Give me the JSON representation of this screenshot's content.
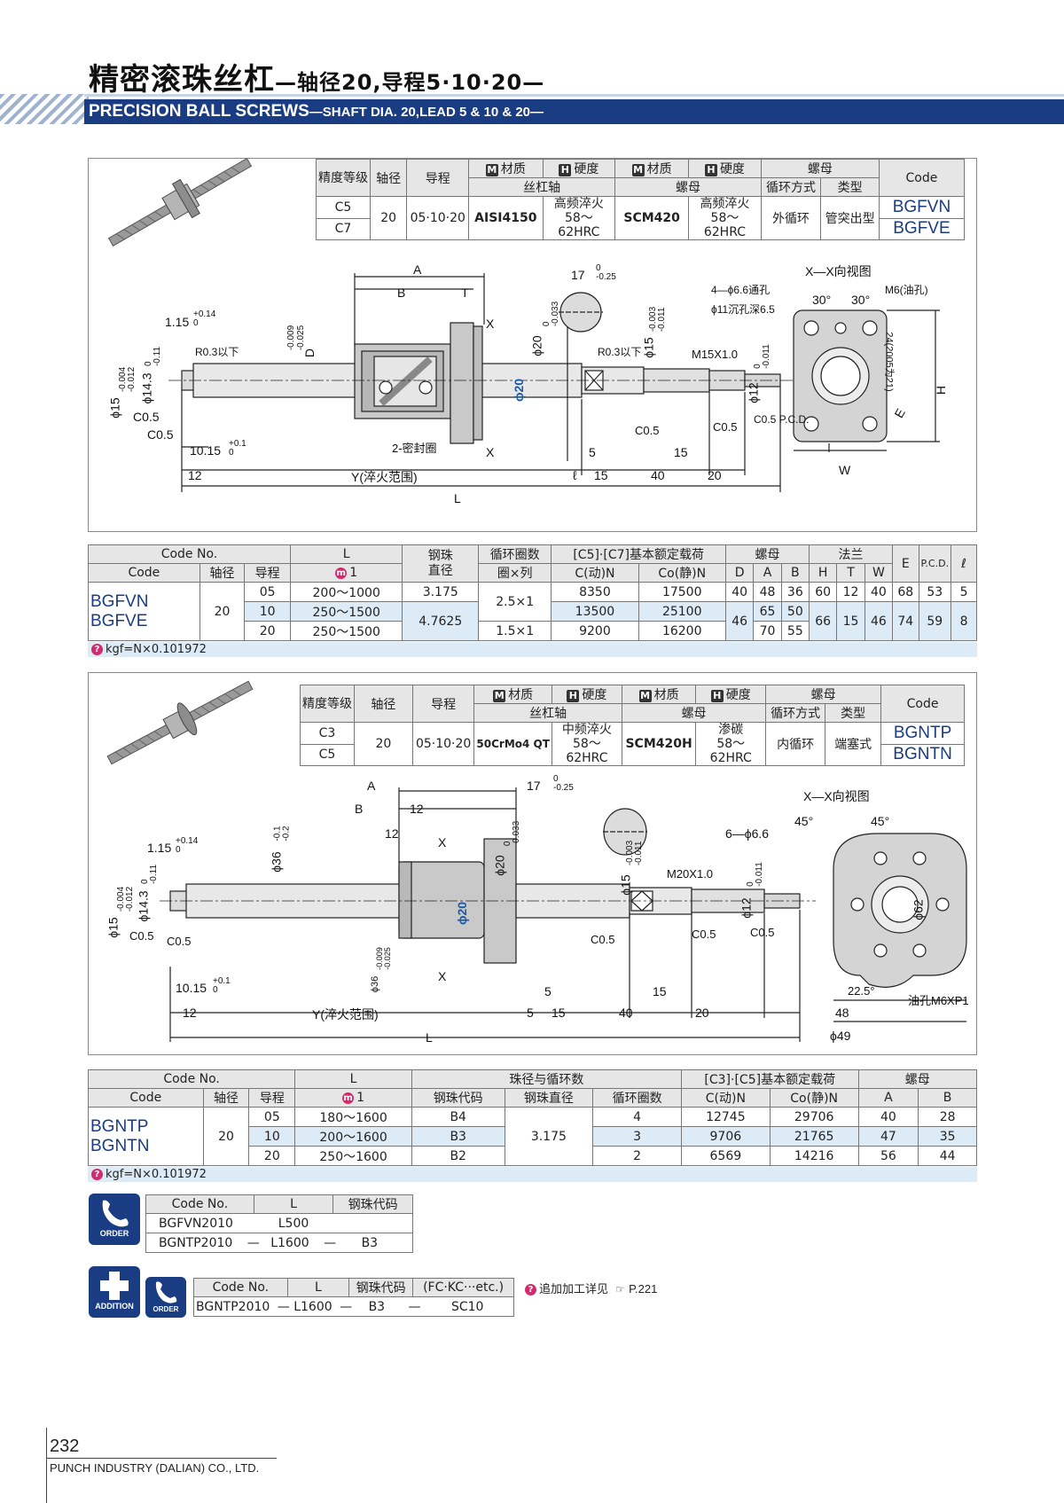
{
  "header": {
    "title_cn": "精密滚珠丝杠",
    "title_cn_sub": "—轴径20,导程5·10·20—",
    "title_en": "PRECISION BALL SCREWS",
    "title_en_sub": "—SHAFT DIA. 20,LEAD 5 & 10 & 20—"
  },
  "spec1": {
    "h_grade": "精度等级",
    "h_shaft": "轴径",
    "h_lead": "导程",
    "h_m": "M",
    "h_material": "材质",
    "h_h": "H",
    "h_hardness": "硬度",
    "h_screw": "丝杠轴",
    "h_nut": "螺母",
    "h_circ": "循环方式",
    "h_type": "类型",
    "h_code": "Code",
    "grades": [
      "C5",
      "C7"
    ],
    "shaft": "20",
    "lead": "05·10·20",
    "screw_mat": "AISI4150",
    "screw_hard": "高频淬火\n58～62HRC",
    "nut_mat": "SCM420",
    "nut_hard": "高频淬火\n58～62HRC",
    "circ": "外循环",
    "type": "管突出型",
    "codes": [
      "BGFVN",
      "BGFVE"
    ]
  },
  "drawing1": {
    "A": "A",
    "B": "B",
    "T": "T",
    "X": "X",
    "D": "D",
    "d1": "1.15",
    "d1_tol": "+0.14\n0",
    "r03": "R0.3以下",
    "phi15": "ϕ15",
    "phi15_tol": "-0.004\n-0.012",
    "phi143": "ϕ14.3",
    "phi143_tol": "0\n-0.11",
    "c05": "C0.5",
    "d_tol": "-0.009\n-0.025",
    "seal": "2-密封圈",
    "phi20": "ϕ20",
    "d17": "17",
    "d17_tol": "0\n-0.25",
    "phi20b": "ϕ20",
    "phi20b_tol": "0\n-0.033",
    "phi15b": "ϕ15",
    "phi15b_tol": "-0.003\n-0.011",
    "m15": "M15X1.0",
    "phi12": "ϕ12",
    "phi12_tol": "0\n-0.011",
    "d1015": "10.15",
    "d1015_tol": "+0.1\n0",
    "d12": "12",
    "y": "Y(淬火范围)",
    "l": "ℓ",
    "d15": "15",
    "d40": "40",
    "d20": "20",
    "d5": "5",
    "d15b": "15",
    "L": "L",
    "view": "X—X向视图",
    "holes": "4—ϕ6.6通孔",
    "holes2": "ϕ11沉孔深6.5",
    "ang30a": "30°",
    "ang30b": "30°",
    "oil": "M6(油孔)",
    "pcd": "C0.5 P.C.D.",
    "dim24": "24(2005为21)",
    "H": "H",
    "W": "W",
    "E": "E"
  },
  "table1": {
    "h_codeno": "Code No.",
    "h_code": "Code",
    "h_shaft": "轴径",
    "h_lead": "导程",
    "h_L": "L",
    "h_L_sub": "1",
    "h_ball": "钢珠\n直径",
    "h_circ": "循环圈数",
    "h_circ_sub": "圈×列",
    "h_load": "[C5]·[C7]基本额定载荷",
    "h_C": "C(动)N",
    "h_Co": "Co(静)N",
    "h_nut": "螺母",
    "h_D": "D",
    "h_A": "A",
    "h_B": "B",
    "h_flange": "法兰",
    "h_H": "H",
    "h_T": "T",
    "h_W": "W",
    "h_E": "E",
    "h_pcd": "P.C.D.",
    "h_l": "ℓ",
    "codes": [
      "BGFVN",
      "BGFVE"
    ],
    "shaft": "20",
    "rows": [
      {
        "lead": "05",
        "L": "200～1000",
        "ball": "3.175",
        "circ": "2.5×1",
        "C": "8350",
        "Co": "17500",
        "D": "40",
        "A": "48",
        "B": "36",
        "H": "60",
        "T": "12",
        "W": "40",
        "E": "68",
        "pcd": "53",
        "l": "5"
      },
      {
        "lead": "10",
        "L": "250～1500",
        "ball": "4.7625",
        "circ": "",
        "C": "13500",
        "Co": "25100",
        "D": "46",
        "A": "65",
        "B": "50",
        "H": "66",
        "T": "15",
        "W": "46",
        "E": "74",
        "pcd": "59",
        "l": "8"
      },
      {
        "lead": "20",
        "L": "250～1500",
        "ball": "",
        "circ": "1.5×1",
        "C": "9200",
        "Co": "16200",
        "D": "",
        "A": "70",
        "B": "55",
        "H": "",
        "T": "",
        "W": "",
        "E": "",
        "pcd": "",
        "l": ""
      }
    ],
    "note": "kgf=N×0.101972"
  },
  "spec2": {
    "grades": [
      "C3",
      "C5"
    ],
    "shaft": "20",
    "lead": "05·10·20",
    "screw_mat": "50CrMo4 QT",
    "screw_hard": "中频淬火\n58～62HRC",
    "nut_mat": "SCM420H",
    "nut_hard": "渗碳\n58～62HRC",
    "circ": "内循环",
    "type": "端塞式",
    "codes": [
      "BGNTP",
      "BGNTN"
    ]
  },
  "drawing2": {
    "A": "A",
    "B": "B",
    "d12": "12",
    "d12b": "12",
    "X": "X",
    "d1": "1.15",
    "d1_tol": "+0.14\n0",
    "phi36": "ϕ36",
    "phi36_tol": "-0.1\n-0.2",
    "phi15": "ϕ15",
    "phi15_tol": "-0.004\n-0.012",
    "phi143": "ϕ14.3",
    "phi143_tol": "0\n-0.11",
    "c05": "C0.5",
    "phi20": "ϕ20",
    "phi36b": "ϕ36",
    "phi36b_tol": "-0.009\n-0.025",
    "d17": "17",
    "d17_tol": "0\n-0.25",
    "phi20b": "ϕ20",
    "phi20b_tol": "0\n-0.033",
    "phi15b": "ϕ15",
    "phi15b_tol": "-0.003\n-0.011",
    "m20": "M20X1.0",
    "phi12": "ϕ12",
    "phi12_tol": "0\n-0.011",
    "d1015": "10.15",
    "d1015_tol": "+0.1\n0",
    "d12c": "12",
    "y": "Y(淬火范围)",
    "d5": "5",
    "d15": "15",
    "d40": "40",
    "d20": "20",
    "d5b": "5",
    "d15b": "15",
    "L": "L",
    "view": "X—X向视图",
    "holes": "6—ϕ6.6",
    "ang45a": "45°",
    "ang45b": "45°",
    "phi62": "ϕ62",
    "ang225": "22.5°",
    "oil": "油孔M6XP1",
    "d48": "48",
    "phi49": "ϕ49"
  },
  "table2": {
    "h_codeno": "Code No.",
    "h_code": "Code",
    "h_shaft": "轴径",
    "h_lead": "导程",
    "h_L": "L",
    "h_L_sub": "1",
    "h_ballcirc": "珠径与循环数",
    "h_ballcode": "钢珠代码",
    "h_balldia": "钢珠直径",
    "h_circ": "循环圈数",
    "h_load": "[C3]·[C5]基本额定载荷",
    "h_C": "C(动)N",
    "h_Co": "Co(静)N",
    "h_nut": "螺母",
    "h_A": "A",
    "h_B": "B",
    "codes": [
      "BGNTP",
      "BGNTN"
    ],
    "shaft": "20",
    "balldia": "3.175",
    "rows": [
      {
        "lead": "05",
        "L": "180～1600",
        "code": "B4",
        "circ": "4",
        "C": "12745",
        "Co": "29706",
        "A": "40",
        "B": "28"
      },
      {
        "lead": "10",
        "L": "200～1600",
        "code": "B3",
        "circ": "3",
        "C": "9706",
        "Co": "21765",
        "A": "47",
        "B": "35"
      },
      {
        "lead": "20",
        "L": "250～1600",
        "code": "B2",
        "circ": "2",
        "C": "6569",
        "Co": "14216",
        "A": "56",
        "B": "44"
      }
    ],
    "note": "kgf=N×0.101972"
  },
  "order": {
    "icon_label": "ORDER",
    "h_codeno": "Code No.",
    "h_L": "L",
    "h_ball": "钢珠代码",
    "row1": [
      "BGFVN2010",
      "L500",
      ""
    ],
    "row2": [
      "BGNTP2010",
      "—",
      "L1600",
      "—",
      "B3"
    ]
  },
  "addition": {
    "icon_label": "ADDITION",
    "icon_label2": "ORDER",
    "h_codeno": "Code No.",
    "h_L": "L",
    "h_ball": "钢珠代码",
    "h_extra": "(FC·KC···etc.)",
    "row": [
      "BGNTP2010",
      "—",
      "L1600",
      "—",
      "B3",
      "—",
      "SC10"
    ],
    "note": "追加加工详见",
    "note_ref": "P.221"
  },
  "footer": {
    "page": "232",
    "company": "PUNCH INDUSTRY (DALIAN) CO., LTD."
  }
}
